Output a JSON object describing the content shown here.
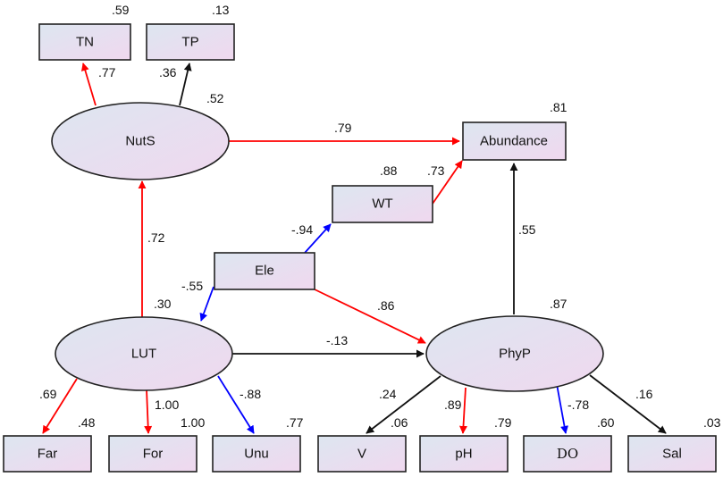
{
  "colors": {
    "positive": "#ff0000",
    "negative": "#0000ff",
    "neutral": "#111111",
    "node_fill_start": "#dde6f0",
    "node_fill_end": "#f0d8ef"
  },
  "nodes": {
    "tn": "TN",
    "tp": "TP",
    "nuts": "NutS",
    "abundance": "Abundance",
    "wt": "WT",
    "ele": "Ele",
    "lut": "LUT",
    "phyp": "PhyP",
    "far": "Far",
    "for": "For",
    "unu": "Unu",
    "v": "V",
    "ph": "pH",
    "do": "DO",
    "sal": "Sal"
  },
  "r_squared": {
    "tn": ".59",
    "tp": ".13",
    "nuts": ".52",
    "abundance": ".81",
    "wt": ".88",
    "lut": ".30",
    "phyp": ".87",
    "far": ".48",
    "for": "1.00",
    "unu": ".77",
    "v": ".06",
    "ph": ".79",
    "do": ".60",
    "sal": ".03"
  },
  "paths": [
    {
      "id": "nuts-tn",
      "coef": ".77",
      "sign": "positive"
    },
    {
      "id": "nuts-tp",
      "coef": ".36",
      "sign": "neutral"
    },
    {
      "id": "nuts-abundance",
      "coef": ".79",
      "sign": "positive"
    },
    {
      "id": "wt-abundance",
      "coef": ".73",
      "sign": "positive"
    },
    {
      "id": "ele-wt",
      "coef": "-.94",
      "sign": "negative"
    },
    {
      "id": "lut-nuts",
      "coef": ".72",
      "sign": "positive"
    },
    {
      "id": "ele-lut",
      "coef": "-.55",
      "sign": "negative"
    },
    {
      "id": "ele-phyp",
      "coef": ".86",
      "sign": "positive"
    },
    {
      "id": "lut-phyp",
      "coef": "-.13",
      "sign": "neutral"
    },
    {
      "id": "phyp-abundance",
      "coef": ".55",
      "sign": "neutral"
    },
    {
      "id": "lut-far",
      "coef": ".69",
      "sign": "positive"
    },
    {
      "id": "lut-for",
      "coef": "1.00",
      "sign": "positive"
    },
    {
      "id": "lut-unu",
      "coef": "-.88",
      "sign": "negative"
    },
    {
      "id": "phyp-v",
      "coef": ".24",
      "sign": "neutral"
    },
    {
      "id": "phyp-ph",
      "coef": ".89",
      "sign": "positive"
    },
    {
      "id": "phyp-do",
      "coef": "-.78",
      "sign": "negative"
    },
    {
      "id": "phyp-sal",
      "coef": ".16",
      "sign": "neutral"
    }
  ]
}
